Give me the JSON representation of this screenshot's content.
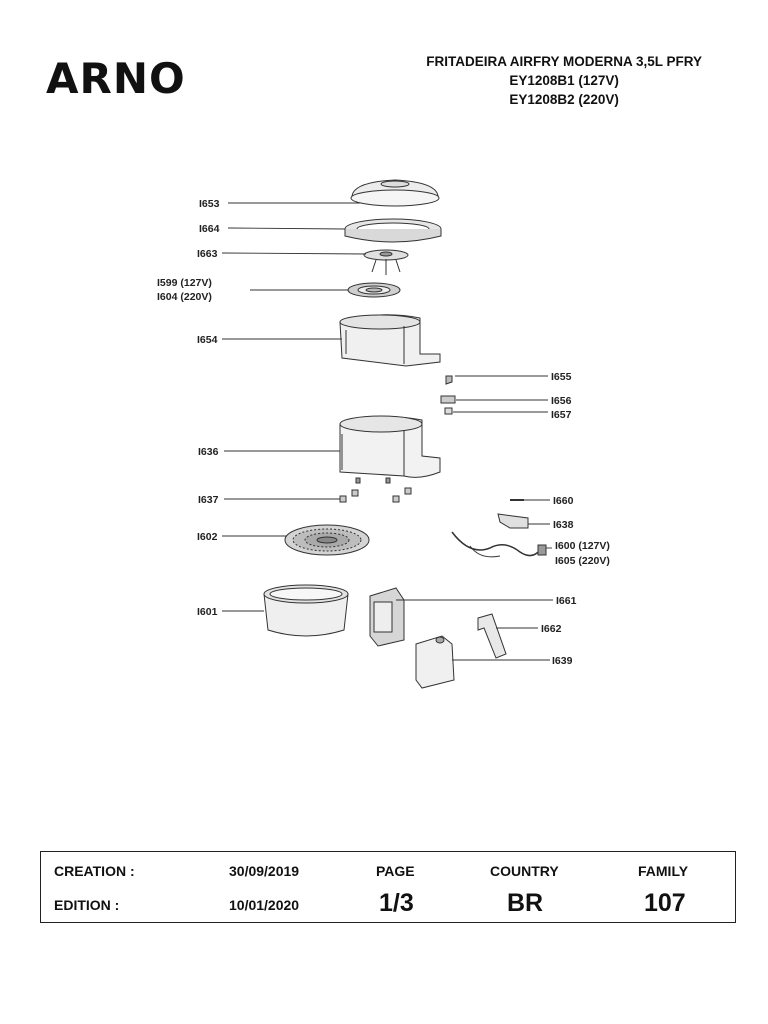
{
  "brand": {
    "logo_text": "ARNO"
  },
  "header": {
    "product": "FRITADEIRA AIRFRY MODERNA 3,5L PFRY",
    "model_127": "EY1208B1 (127V)",
    "model_220": "EY1208B2 (220V)"
  },
  "parts": {
    "p1653": "I653",
    "p1664": "I664",
    "p1663": "I663",
    "p1599": "I599 (127V)",
    "p1604": "I604 (220V)",
    "p1654": "I654",
    "p1655": "I655",
    "p1656": "I656",
    "p1657": "I657",
    "p1636": "I636",
    "p1637": "I637",
    "p1660": "I660",
    "p1638": "I638",
    "p1602": "I602",
    "p1600": "I600 (127V)",
    "p1605": "I605 (220V)",
    "p1661": "I661",
    "p1601": "I601",
    "p1662": "I662",
    "p1639": "I639"
  },
  "footer": {
    "creation_label": "CREATION :",
    "creation_date": "30/09/2019",
    "edition_label": "EDITION :",
    "edition_date": "10/01/2020",
    "page_label": "PAGE",
    "page_value": "1/3",
    "country_label": "COUNTRY",
    "country_value": "BR",
    "family_label": "FAMILY",
    "family_value": "107"
  }
}
